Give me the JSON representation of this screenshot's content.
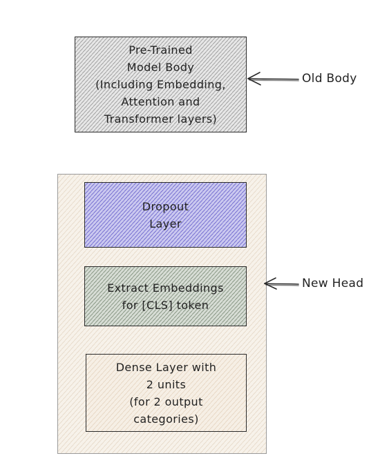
{
  "diagram": {
    "pretrained_box": {
      "label": "Pre-Trained\nModel Body\n(Including Embedding,\nAttention and\nTransformer layers)"
    },
    "head_boxes": {
      "dropout": {
        "label": "Dropout\nLayer"
      },
      "extract": {
        "label": "Extract Embeddings\nfor [CLS] token"
      },
      "dense": {
        "label": "Dense Layer with\n2 units\n(for 2 output\ncategories)"
      }
    },
    "side_labels": {
      "old_body": "Old Body",
      "new_head": "New Head"
    },
    "colors": {
      "pretrained_fill": "#d9d9d9",
      "container_fill": "#f7f2ea",
      "dropout_fill": "#b8b6ea",
      "extract_fill": "#c9d0c6",
      "dense_fill": "#f6efe5",
      "stroke": "#2a2a2a"
    }
  }
}
